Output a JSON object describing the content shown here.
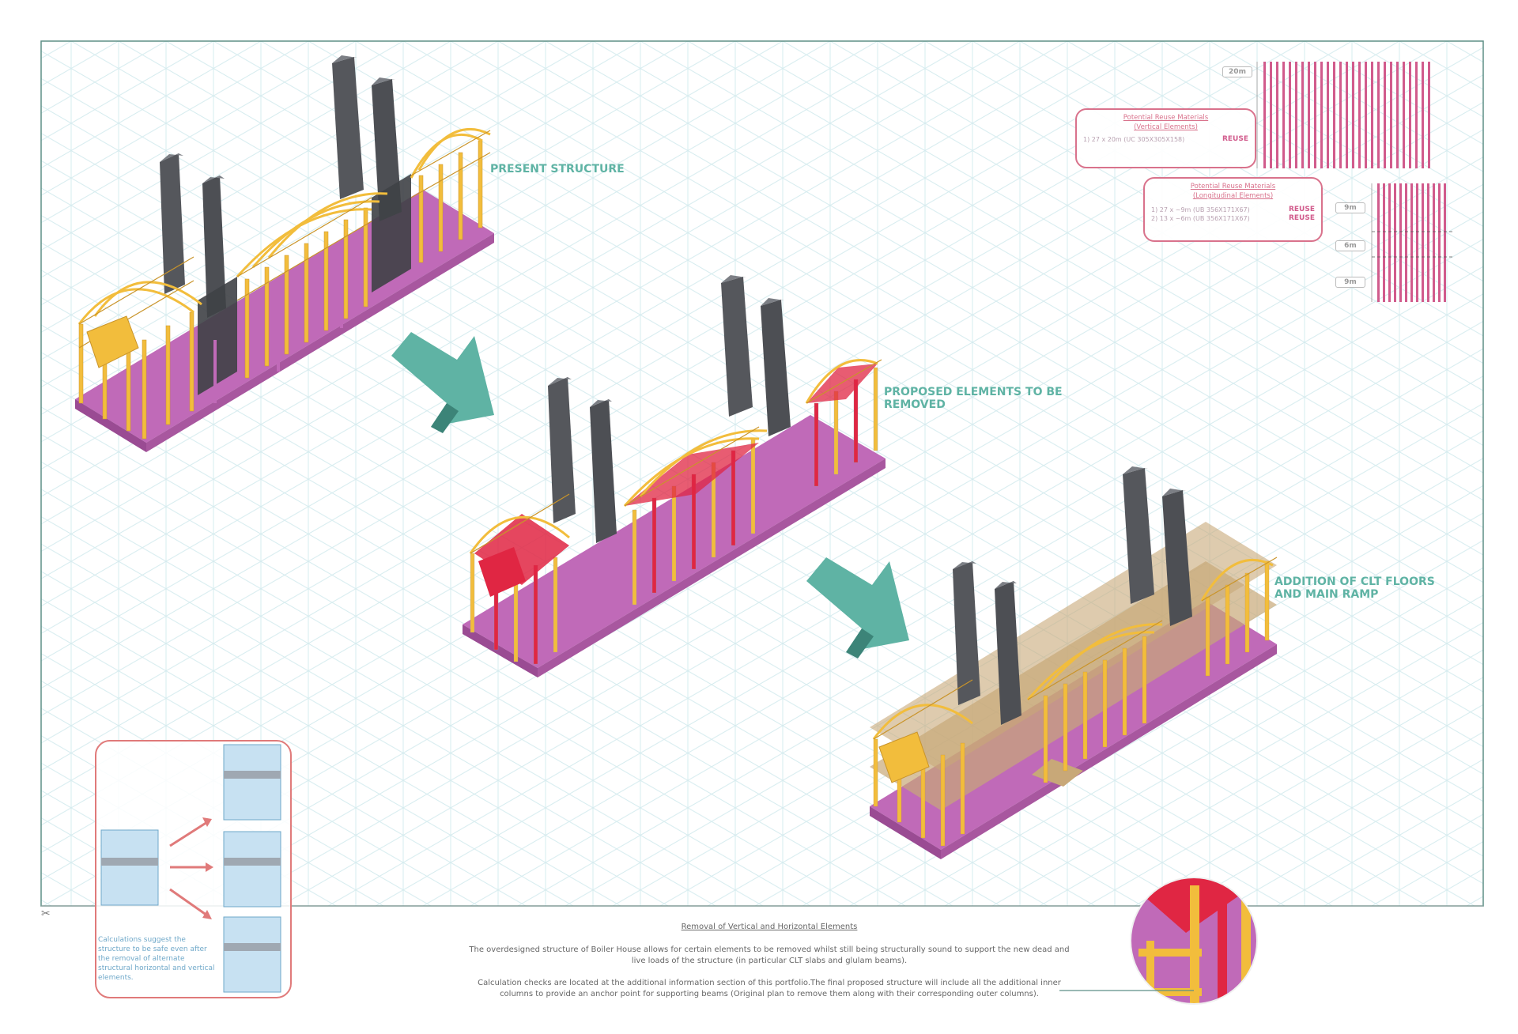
{
  "labels": {
    "present": "PRESENT STRUCTURE",
    "removed_1": "PROPOSED ELEMENTS TO BE",
    "removed_2": "REMOVED",
    "addition_1": "ADDITION OF CLT FLOORS",
    "addition_2": "AND MAIN RAMP"
  },
  "materials": {
    "vertical": {
      "title_1": "Potential Reuse Materials",
      "title_2": "(Vertical Elements)",
      "item": "1) 27 x 20m  (UC 305X305X158)",
      "tag": "REUSE",
      "dim": "20m"
    },
    "longitudinal": {
      "title_1": "Potential Reuse Materials",
      "title_2": "(Longitudinal Elements)",
      "item_1": "1) 27 x ~9m  (UB 356X171X67)",
      "item_2": "2) 13 x ~6m  (UB 356X171X67)",
      "tag_1": "REUSE",
      "tag_2": "REUSE",
      "dims": [
        "9m",
        "6m",
        "9m"
      ]
    }
  },
  "calc_note": "Calculations suggest the structure to be safe even after the removal of alternate structural horizontal and vertical elements.",
  "caption": {
    "title": "Removal of Vertical and Horizontal Elements",
    "para_1": "The overdesigned structure of Boiler House allows for certain elements to be removed whilst still being structurally sound to support the new dead and live loads of the structure (in particular CLT slabs and glulam beams).",
    "para_2": "Calculation checks are located at the additional information section of this portfolio.The final proposed structure will include all the additional inner columns to provide an anchor point for supporting beams (Original plan to remove them along with their corresponding outer columns)."
  },
  "colors": {
    "grid": "#d6ecef",
    "frame": "#5e8f86",
    "timber": "#f2bd3c",
    "base": "#c06ab8",
    "chimney": "#55575c",
    "removed": "#e02643",
    "arrow": "#5fb3a4",
    "reuse": "#d15b8c",
    "clt": "#c8a878"
  }
}
